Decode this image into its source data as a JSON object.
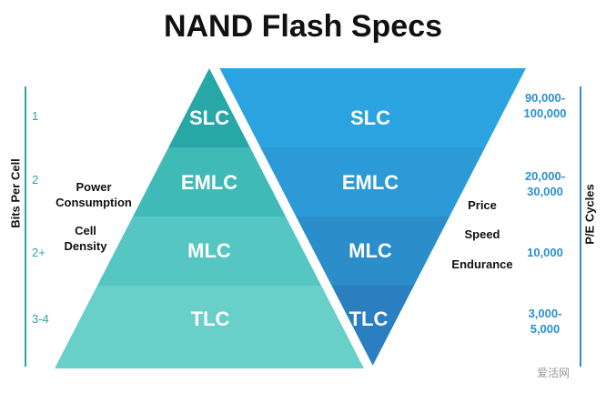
{
  "title": "NAND Flash Specs",
  "left_axis": {
    "title": "Bits Per Cell",
    "ticks": [
      "1",
      "2",
      "2+",
      "3-4"
    ],
    "color": "#2aa7a0"
  },
  "right_axis": {
    "title": "P/E Cycles",
    "ticks": [
      "90,000-\n100,000",
      "20,000-\n30,000",
      "10,000",
      "3,000-\n5,000"
    ],
    "color": "#2a8fd0"
  },
  "pyramid": {
    "bands": [
      {
        "label": "SLC",
        "color": "#27a7a6"
      },
      {
        "label": "EMLC",
        "color": "#3fbab7"
      },
      {
        "label": "MLC",
        "color": "#55c6c1"
      },
      {
        "label": "TLC",
        "color": "#68cfc9"
      }
    ],
    "side_labels": [
      "Power\nConsumption",
      "Cell\nDensity"
    ]
  },
  "inverted": {
    "bands": [
      {
        "label": "SLC",
        "color": "#2ba3e0"
      },
      {
        "label": "EMLC",
        "color": "#2b9ad6"
      },
      {
        "label": "MLC",
        "color": "#2b8dca"
      },
      {
        "label": "TLC",
        "color": "#2b7fc0"
      }
    ],
    "side_labels": [
      "Price",
      "Speed",
      "Endurance"
    ]
  },
  "watermark": "爱活网"
}
